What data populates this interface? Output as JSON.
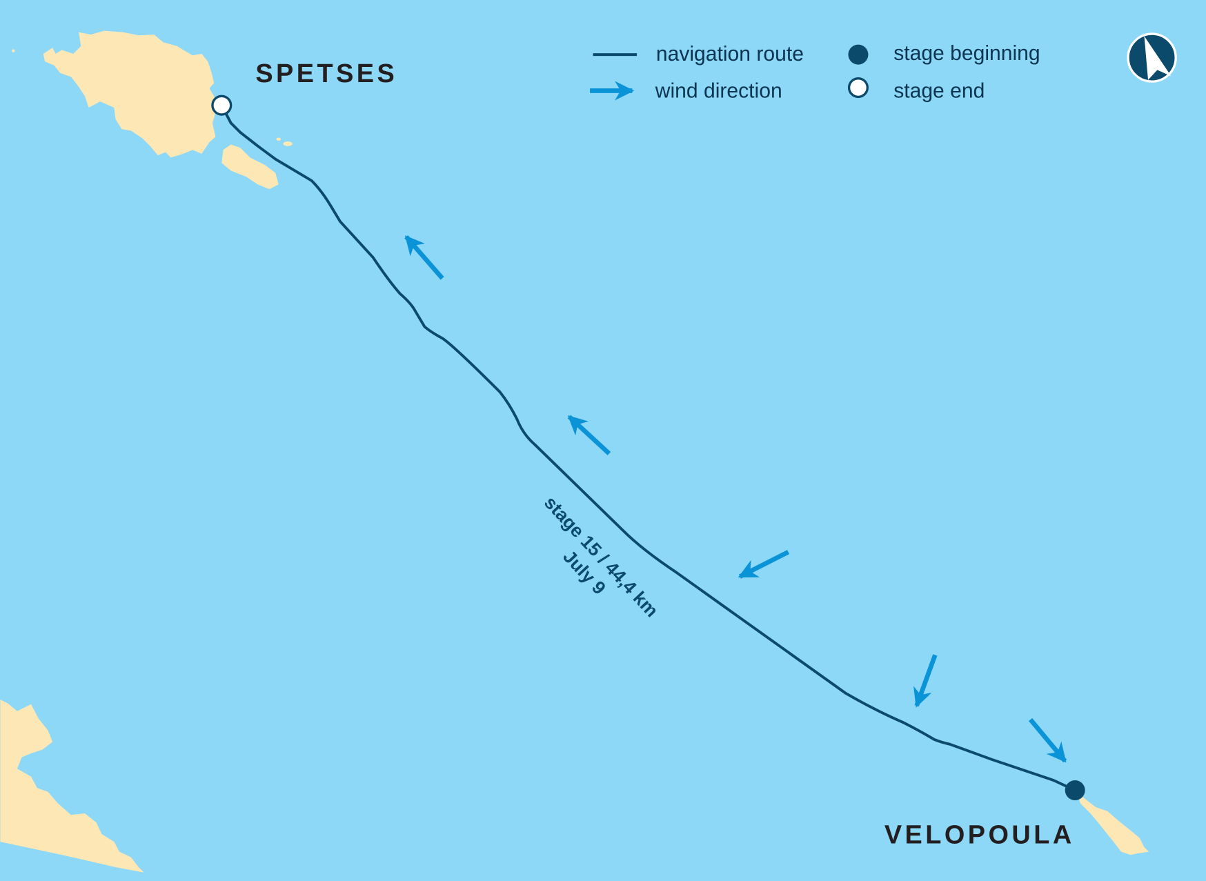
{
  "colors": {
    "sea": "#8dd7f7",
    "land": "#fde8b5",
    "route": "#0b4a6b",
    "wind": "#0a93d6",
    "label": "#231f20"
  },
  "places": {
    "start_island": "SPETSES",
    "end_island": "VELOPOULA"
  },
  "legend": {
    "route": "navigation route",
    "wind": "wind direction",
    "stage_beginning": "stage beginning",
    "stage_end": "stage end"
  },
  "route_label": {
    "line1": "stage 15 / 44,4 km",
    "line2": "July 9"
  },
  "compass": {
    "icon": "north-arrow-icon"
  }
}
